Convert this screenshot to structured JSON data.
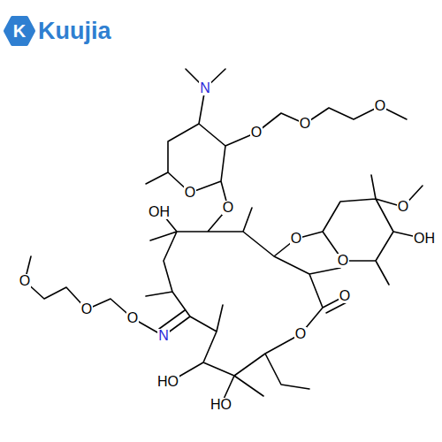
{
  "diagram": {
    "labels": [
      "Kuujia",
      "K",
      "N",
      "O",
      "O",
      "O",
      "O",
      "OH",
      "O",
      "O",
      "O",
      "O",
      "OH",
      "O",
      "O",
      "N",
      "O",
      "O",
      "O",
      "HO",
      "HO"
    ]
  }
}
